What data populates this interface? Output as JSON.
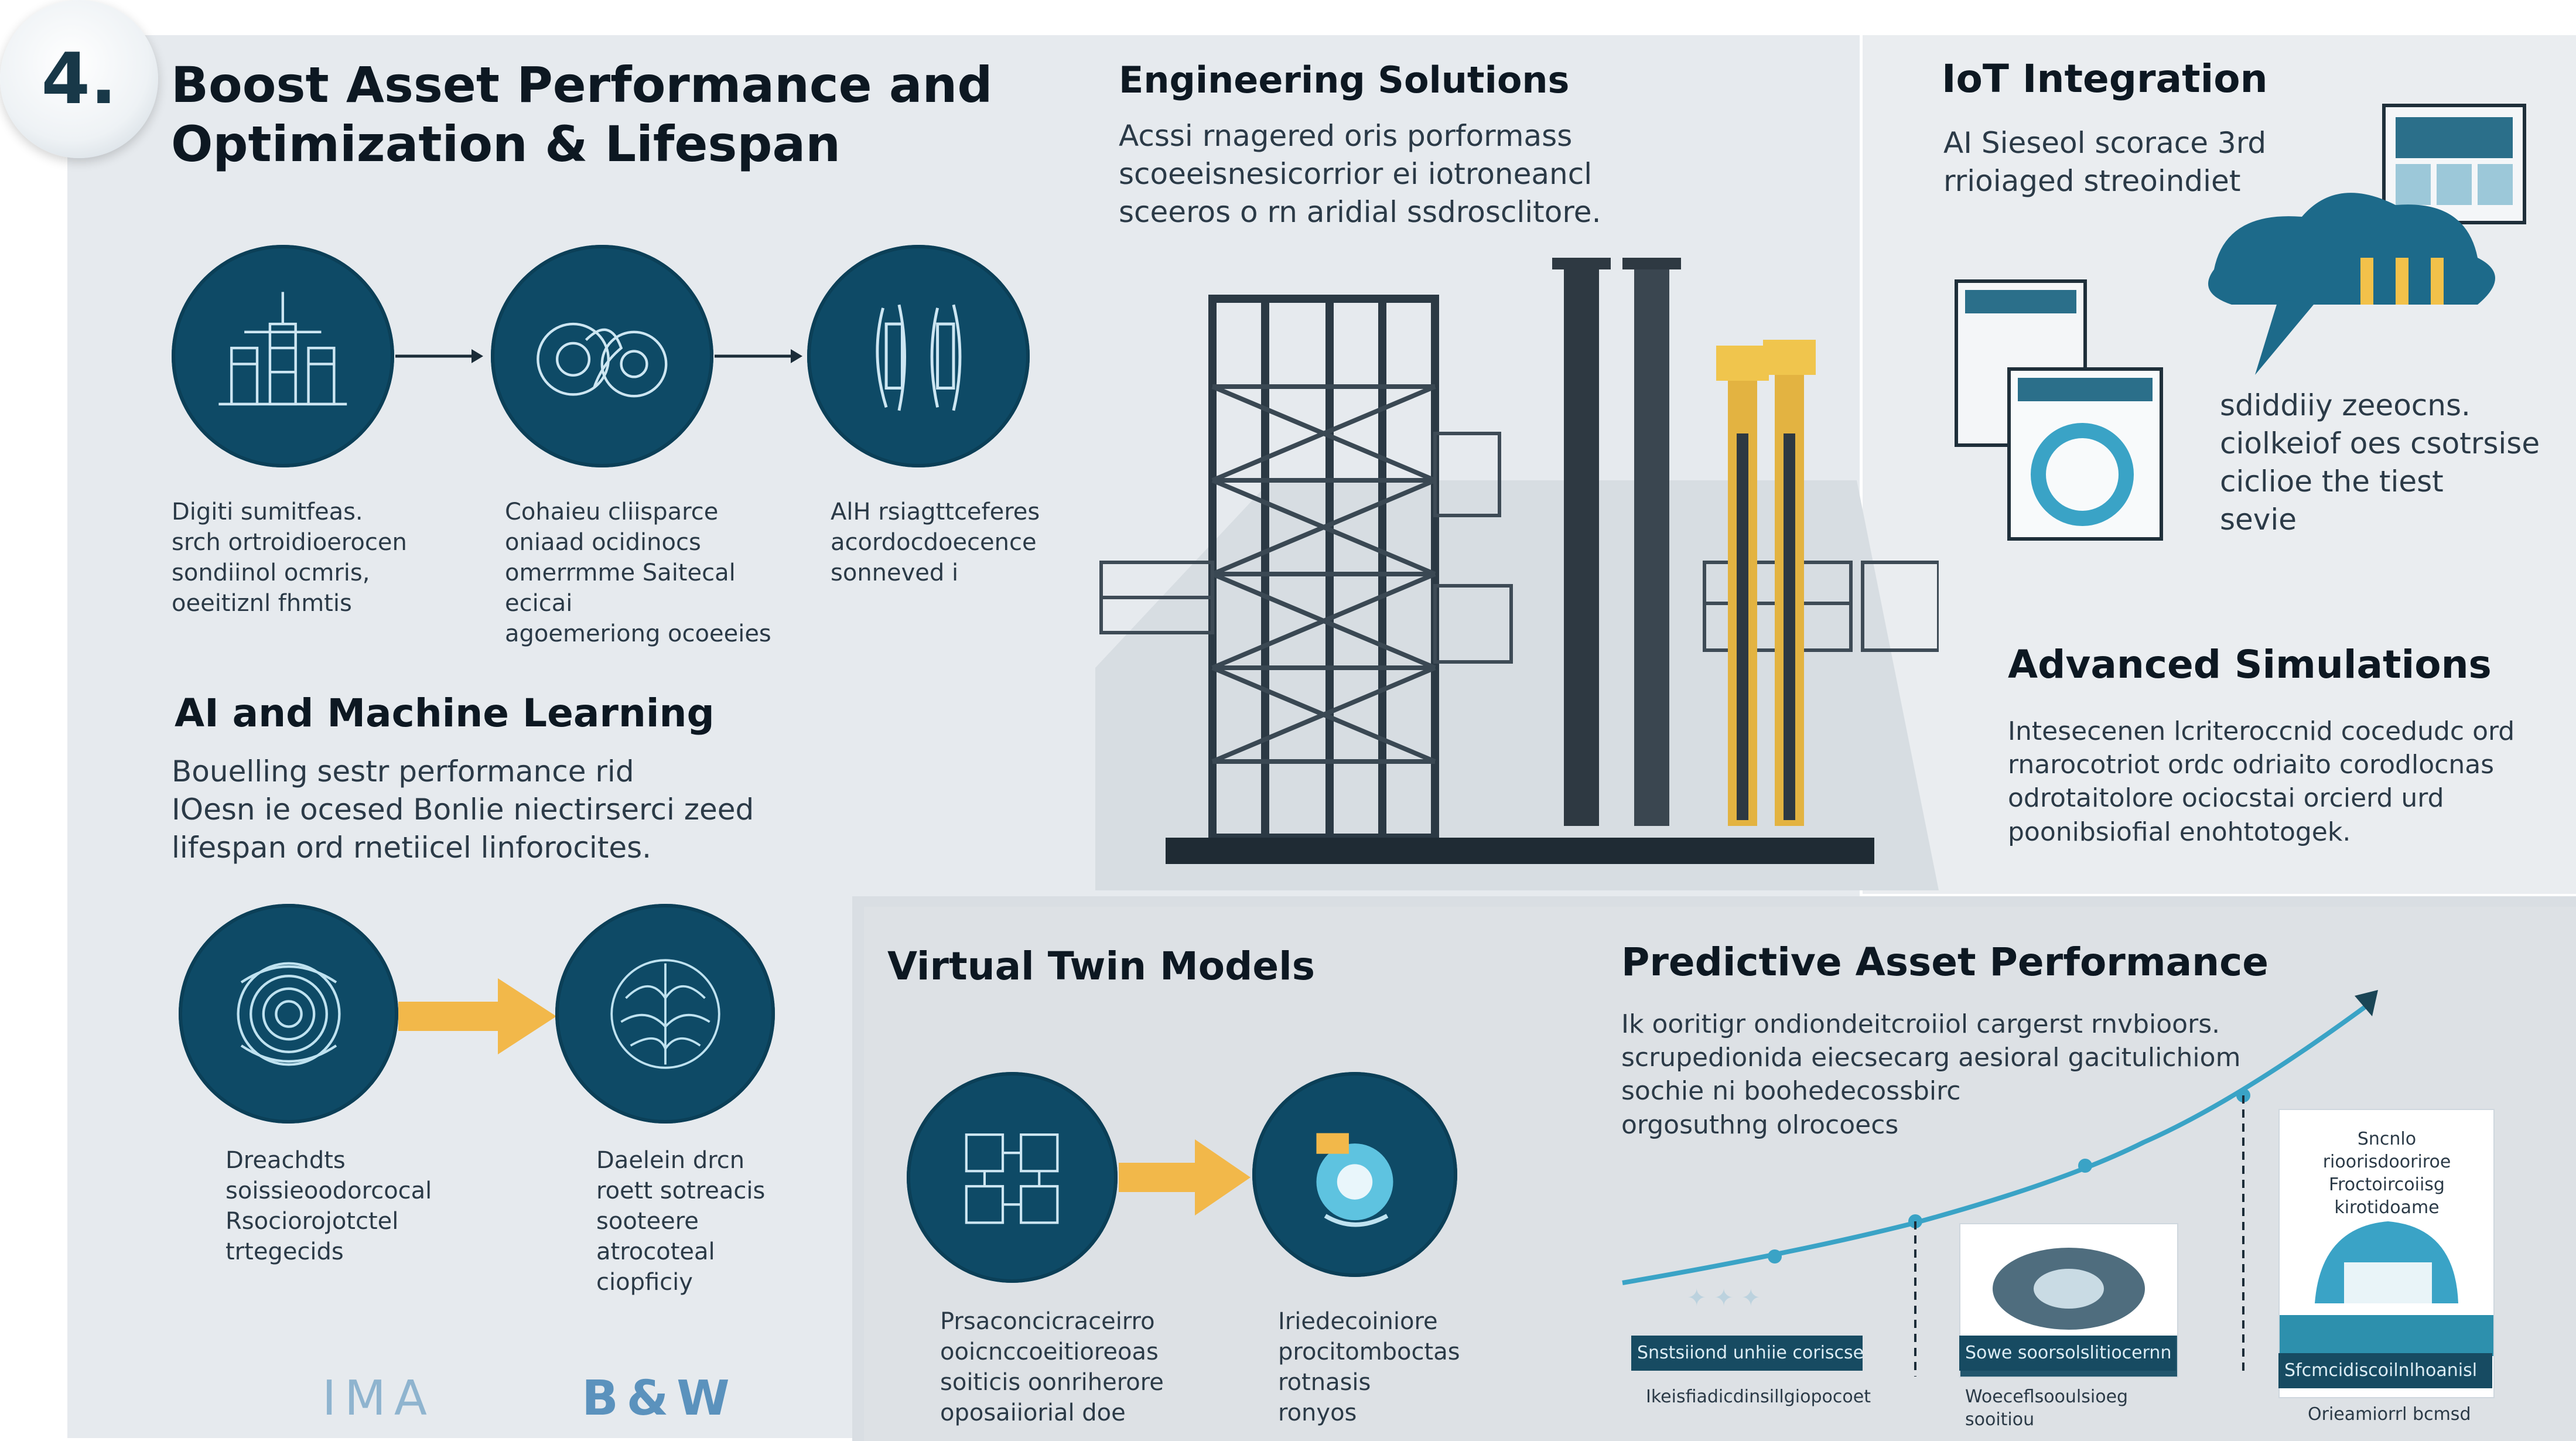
{
  "badge": {
    "number": "4."
  },
  "header": {
    "title": "Boost Asset Performance and Optimization & Lifespan"
  },
  "engineering": {
    "title": "Engineering Solutions",
    "body": "Acssi rnagered oris porformass\nscoeeisnesicorrior ei iotroneancl\nsceeros o rn aridial ssdrosclitore."
  },
  "iot": {
    "title": "IoT Integration",
    "body": "AI Sieseol scorace 3rd\nrrioiaged streoindiet",
    "notes": "sdiddiiy zeeocns.\nciolkeiof oes csotrsise\nciclioe the tiest\nsevie"
  },
  "advanced": {
    "title": "Advanced Simulations",
    "body": "Intesecenen lcriteroccnid cocedudc ord\nrnarocotriot ordc odriaito corodlocnas\nodrotaitolore ociocstai orcierd urd\npoonibsiofial enohtotogek."
  },
  "top_steps": [
    {
      "caption": "Digiti sumitfeas.\nsrch ortroidioerocen\nsondiinol ocmris,\noeeitiznl fhmtis"
    },
    {
      "caption": "Cohaieu cliisparce\noniaad ocidinocs\nomerrmme Saitecal ecicai\nagoemeriong ocoeeies"
    },
    {
      "caption": "AlH rsiagttceferes\nacordocdoecence\nsonneved i"
    }
  ],
  "ai_ml": {
    "title": "AI and Machine Learning",
    "body": "Bouelling sestr performance rid\nIOesn ie ocesed Bonlie niectirserci zeed\nlifespan ord rnetiicel linforocites."
  },
  "ai_steps": [
    {
      "caption": "Dreachdts\nsoissieoodorcocal\nRsociorojotctel\ntrtegecids"
    },
    {
      "caption": "Daelein drcn\nroett sotreacis\nsooteere\natrocoteal\nciopficiy"
    }
  ],
  "virtual": {
    "title": "Virtual Twin Models",
    "captions": [
      "Prsaconcicraceirro\nooicnccoeitioreoas\nsoiticis oonriherore\noposaiiorial doe",
      "Iriedecoiniore\nprocitomboctas\nrotnasis\nronyos"
    ]
  },
  "predictive": {
    "title": "Predictive Asset Performance",
    "body": "Ik ooritigr ondiondeitcroiiol cargerst rnvbioors.\nscrupedionida eiecsecarg aesioral gacitulichiom\nsochie ni boohedecossbirc\norgosuthng olrocoecs",
    "cards": [
      {
        "bar": "Snstsiiond unhiie coriscse",
        "caption": "Ikeisfiadicdinsillgiopocoet"
      },
      {
        "bar": "Sowe soorsolslitiocernn",
        "caption": "Woeceflsooulsioeg sooitiou"
      },
      {
        "bar": "Sfcmcidiscoilnlhoanisl",
        "caption": "Orieamiorrl bcmsd",
        "text": "Sncnlo\nrioorisdooriroe\nFroctoircoiisg\nkirotidoame"
      }
    ],
    "icons": "✦  ✦  ✦"
  },
  "footer": {
    "logo_left": "IMA",
    "logo_right": "B&W"
  },
  "colors": {
    "navy": "#0e4a66",
    "gold": "#f2b84a",
    "teal": "#2aa5c4"
  }
}
